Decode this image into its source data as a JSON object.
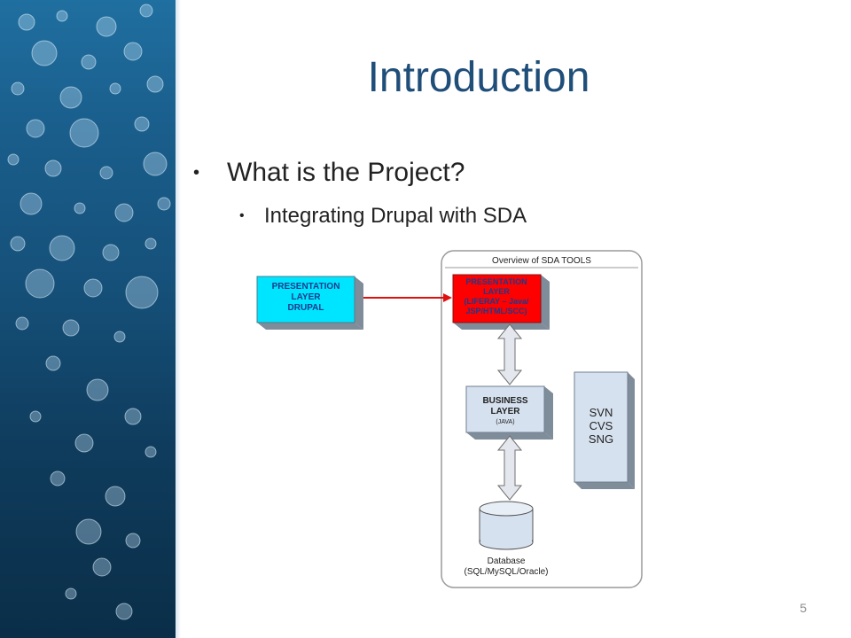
{
  "slide": {
    "title": "Introduction",
    "bullets": {
      "level1": "What is the Project?",
      "level2": "Integrating Drupal with SDA"
    },
    "page_number": "5"
  },
  "diagram": {
    "frame_title": "Overview of SDA TOOLS",
    "drupal_box": [
      "PRESENTATION",
      "LAYER",
      "DRUPAL"
    ],
    "liferay_box": [
      "PRESENTATION",
      "LAYER",
      "(LIFERAY – Java/",
      "JSP/HTML/SCC)"
    ],
    "business_box": [
      "BUSINESS",
      "LAYER"
    ],
    "business_sub": "(JAVA)",
    "vcs_box": [
      "SVN",
      "CVS",
      "SNG"
    ],
    "database_label": "Database",
    "database_sub": "(SQL/MySQL/Oracle)",
    "colors": {
      "drupal_fill": "#00e5ff",
      "liferay_fill": "#ff0000",
      "box_fill": "#d6e1ef",
      "title_color": "#1f4e79",
      "arrow_red": "#e01010"
    }
  }
}
